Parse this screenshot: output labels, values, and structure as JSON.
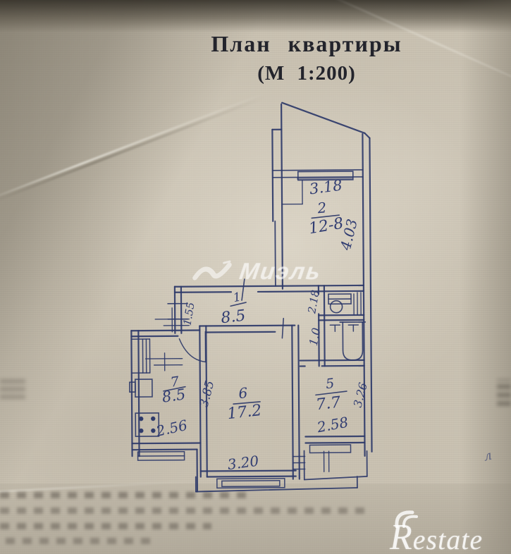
{
  "title": {
    "line1": "План квартиры",
    "line2": "(М 1:200)"
  },
  "rooms": {
    "r2": {
      "width": "3.18",
      "number": "2",
      "area": "12-8",
      "height": "4.03"
    },
    "hall": {
      "number": "1",
      "area": "8.5",
      "width": "1.55"
    },
    "nook": {
      "height": "2.18",
      "width": "1.0"
    },
    "kitchen": {
      "number": "7",
      "area": "8.5",
      "depth": "3.85",
      "width": "2.56"
    },
    "living": {
      "number": "6",
      "area": "17.2",
      "width": "3.20"
    },
    "r5": {
      "number": "5",
      "area": "7.7",
      "width": "2.58",
      "depth": "3.26"
    }
  },
  "watermarks": {
    "center_logo": "Миэль",
    "bottom_right": "Restate"
  },
  "margin_note": "л"
}
